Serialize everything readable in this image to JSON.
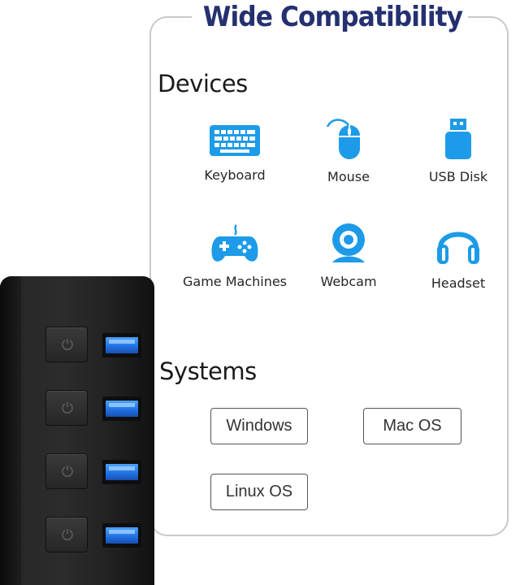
{
  "title": "Wide Compatibility",
  "devices": {
    "heading": "Devices",
    "items": [
      {
        "label": "Keyboard",
        "icon": "keyboard-icon"
      },
      {
        "label": "Mouse",
        "icon": "mouse-icon"
      },
      {
        "label": "USB Disk",
        "icon": "usb-disk-icon"
      },
      {
        "label": "Game Machines",
        "icon": "gamepad-icon"
      },
      {
        "label": "Webcam",
        "icon": "webcam-icon"
      },
      {
        "label": "Headset",
        "icon": "headset-icon"
      }
    ]
  },
  "systems": {
    "heading": "Systems",
    "items": [
      "Windows",
      "Mac OS",
      "Linux OS"
    ]
  },
  "colors": {
    "title": "#24306f",
    "icon_blue": "#1d9be8",
    "frame": "#c9c9c9",
    "port_blue": "#2a7ff0"
  }
}
